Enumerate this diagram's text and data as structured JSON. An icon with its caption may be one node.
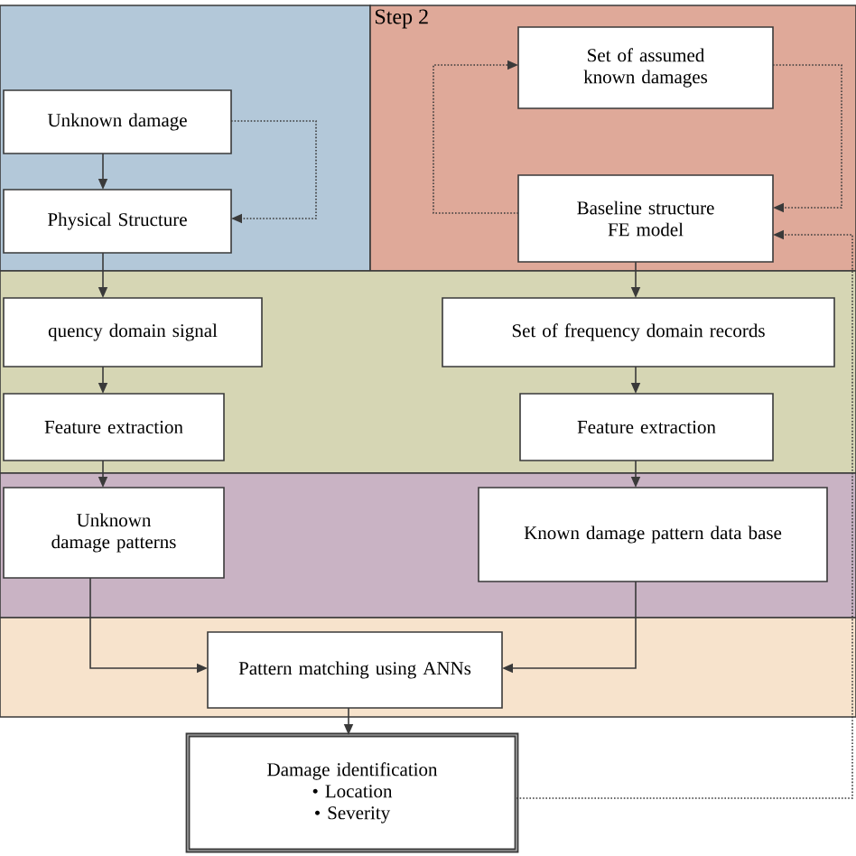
{
  "diagram": {
    "nodes": [
      {
        "text": [],
        "shape": "box"
      },
      {
        "text": [
          "Unknown damage"
        ],
        "in": 0
      },
      {
        "text": [
          "Physical Structure"
        ],
        "in": 0
      },
      {
        "text": [
          "Step 2"
        ]
      },
      {
        "text": [
          "Set of assumed known damages"
        ],
        "in": 3
      },
      {
        "text": [
          "Baseline structure FE model"
        ],
        "in": 3
      },
      {
        "text": [],
        "shape": "box"
      },
      {
        "text": [
          "quency domain signal"
        ],
        "in": 6
      },
      {
        "text": [
          "Set of frequency domain records"
        ],
        "in": 6
      },
      {
        "text": [
          "Feature extraction"
        ],
        "in": 6
      },
      {
        "text": [
          "Feature extraction"
        ],
        "in": 6
      },
      {
        "text": [],
        "shape": "box"
      },
      {
        "text": [
          "Unknown damage patterns"
        ],
        "in": 11
      },
      {
        "text": [
          "Known damage pattern data base"
        ],
        "in": 11
      },
      {
        "text": [],
        "shape": "box"
      },
      {
        "text": [
          "Pattern matching using ANNs"
        ],
        "in": 14
      },
      {
        "text": [
          "Damage identification",
          "• Location",
          "• Severity"
        ]
      }
    ],
    "edges": [
      {
        "from": 1,
        "to": 2,
        "arrow": "to"
      },
      {
        "from": 1,
        "to": 2,
        "arrow": "to",
        "style": "dashed"
      },
      {
        "from": 2,
        "to": 7,
        "arrow": "to"
      },
      {
        "from": 7,
        "to": 9,
        "arrow": "to"
      },
      {
        "from": 9,
        "to": 12,
        "arrow": "to"
      },
      {
        "from": 5,
        "to": 4,
        "arrow": "to",
        "style": "dashed"
      },
      {
        "from": 4,
        "to": 5,
        "arrow": "to",
        "style": "dashed"
      },
      {
        "from": 16,
        "to": 5,
        "arrow": "to",
        "style": "dashed"
      },
      {
        "from": 5,
        "to": 8,
        "arrow": "to"
      },
      {
        "from": 8,
        "to": 10,
        "arrow": "to"
      },
      {
        "from": 10,
        "to": 13,
        "arrow": "to"
      },
      {
        "from": 12,
        "to": 15,
        "arrow": "to"
      },
      {
        "from": 13,
        "to": 15,
        "arrow": "to"
      },
      {
        "from": 15,
        "to": 16,
        "arrow": "to"
      }
    ]
  }
}
